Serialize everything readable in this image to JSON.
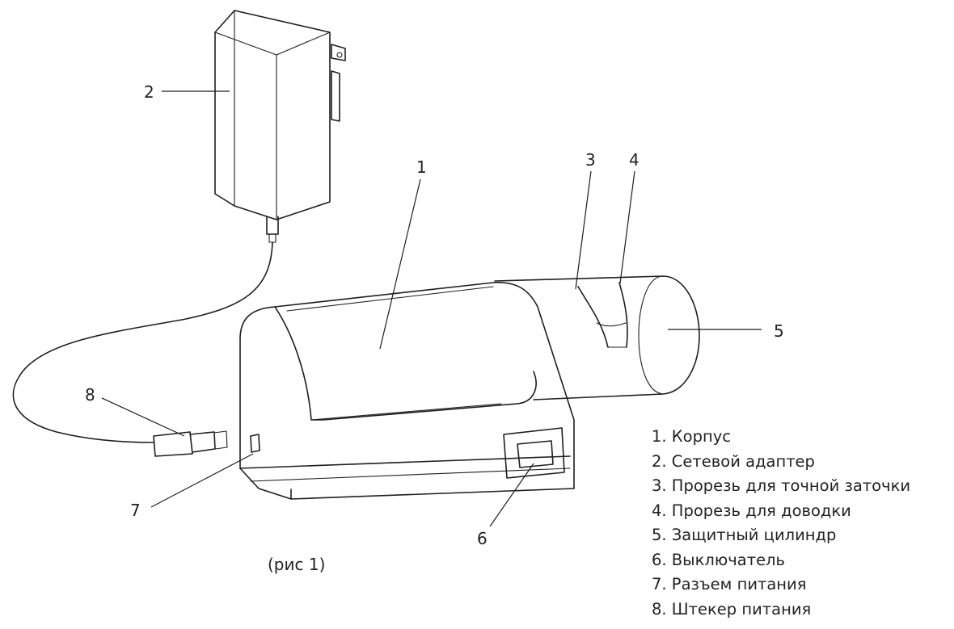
{
  "callouts": [
    {
      "id": "1",
      "text": "1"
    },
    {
      "id": "2",
      "text": "2"
    },
    {
      "id": "3",
      "text": "3"
    },
    {
      "id": "4",
      "text": "4"
    },
    {
      "id": "5",
      "text": "5"
    },
    {
      "id": "6",
      "text": "6"
    },
    {
      "id": "7",
      "text": "7"
    },
    {
      "id": "8",
      "text": "8"
    }
  ],
  "legend": [
    "1. Корпус",
    "2. Сетевой адаптер",
    "3. Прорезь для точной заточки",
    "4. Прорезь для доводки",
    "5. Защитный цилиндр",
    "6. Выключатель",
    "7. Разъем питания",
    "8. Штекер питания"
  ],
  "caption": "(рис 1)"
}
